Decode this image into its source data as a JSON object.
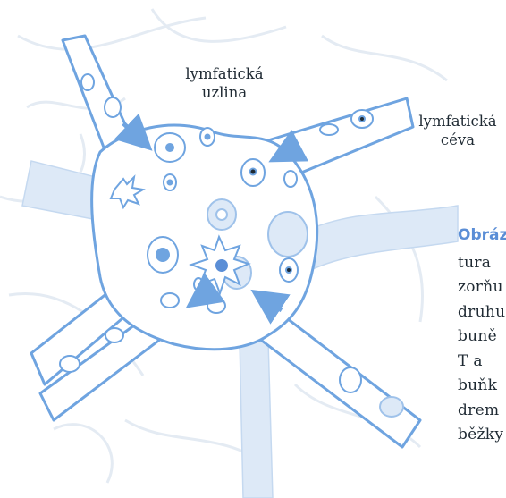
{
  "labels": {
    "node": [
      "lymfatická",
      "uzlina"
    ],
    "vessel": [
      "lymfatická",
      "céva"
    ]
  },
  "caption": {
    "title": "Obráz",
    "lines": [
      "tura",
      "zorňu",
      "druhu",
      "buně",
      "T a ",
      "buňk",
      "drem",
      "běžky"
    ]
  },
  "colors": {
    "outline": "#6fa4e0",
    "fill_pale": "#dde9f7",
    "background_sketch": "#e4ebf3",
    "caption_title": "#5b8ed6",
    "text": "#1f2a33"
  },
  "icons": [
    "node-outline",
    "lymph-vessel",
    "blood-vessel",
    "lymphocyte-cell",
    "dendritic-cell",
    "flow-arrow"
  ]
}
